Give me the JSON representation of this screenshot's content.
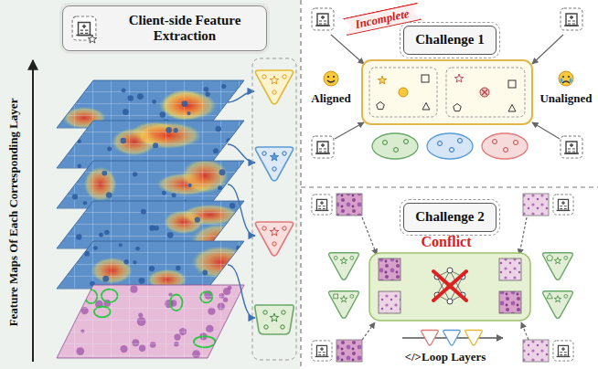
{
  "diagram": {
    "nodes": [
      {
        "text": [
          "Client-side Feature Extraction"
        ]
      },
      {
        "text": [
          "Incomplete"
        ]
      },
      {
        "text": [
          "Challenge 1"
        ]
      },
      {
        "text": [
          "Challenge 2"
        ]
      }
    ],
    "labels": [
      "Feature Maps Of Each Corresponding Layer",
      "Aligned",
      "Unaligned",
      "Conflict",
      "</>Loop Layers"
    ]
  }
}
